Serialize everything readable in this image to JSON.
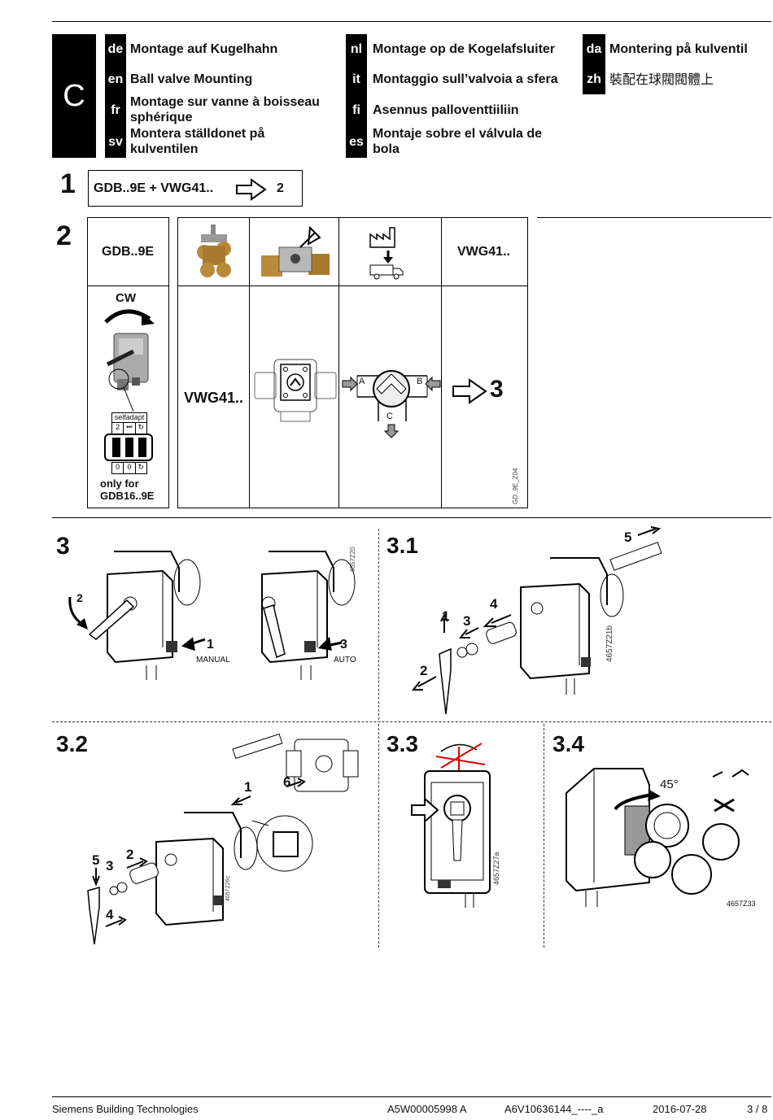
{
  "section": {
    "letter": "C",
    "languages": [
      {
        "code": "de",
        "text": "Montage auf Kugelhahn"
      },
      {
        "code": "en",
        "text": "Ball valve Mounting"
      },
      {
        "code": "fr",
        "text": "Montage sur vanne à boisseau sphérique"
      },
      {
        "code": "sv",
        "text": "Montera ställdonet på kulventilen"
      },
      {
        "code": "nl",
        "text": "Montage op de Kogelafsluiter"
      },
      {
        "code": "it",
        "text": "Montaggio sull’valvoia a sfera"
      },
      {
        "code": "fi",
        "text": "Asennus palloventtiiliin"
      },
      {
        "code": "es",
        "text": "Montaje sobre el válvula de bola"
      },
      {
        "code": "da",
        "text": "Montering på kulventil"
      },
      {
        "code": "zh",
        "text": "裝配在球閥閥體上"
      }
    ]
  },
  "step1": {
    "number": "1",
    "text": "GDB..9E + VWG41..",
    "goto": "2"
  },
  "step2": {
    "number": "2",
    "actuator_header": "GDB..9E",
    "valve_header": "VWG41..",
    "cw_label": "CW",
    "switch_title": "selfadapt",
    "switch_top_labels": [
      "2",
      "⏭",
      "↻"
    ],
    "switch_bottom_labels": [
      "0",
      "0",
      "↻"
    ],
    "only_for_line1": "only for",
    "only_for_line2": "GDB16..9E",
    "valve_label": "VWG41..",
    "port_a": "A",
    "port_b": "B",
    "port_c": "C",
    "goto": "3",
    "figure_code": "GD..9E_Z04"
  },
  "step3": {
    "number": "3",
    "callout_2": "2",
    "callout_1": "1",
    "manual_label": "MANUAL",
    "callout_3": "3",
    "auto_label": "AUTO",
    "figure_code": "4657Z20"
  },
  "step3_1": {
    "number": "3.1",
    "callouts": [
      "1",
      "2",
      "3",
      "4",
      "5"
    ],
    "figure_code": "4657Z21b"
  },
  "step3_2": {
    "number": "3.2",
    "callouts": [
      "1",
      "2",
      "3",
      "4",
      "5",
      "6"
    ],
    "figure_code": "4657Z26c"
  },
  "step3_3": {
    "number": "3.3",
    "figure_code": "4657Z27a"
  },
  "step3_4": {
    "number": "3.4",
    "angle_label": "45°",
    "figure_code": "4657Z33"
  },
  "footer": {
    "company": "Siemens Building Technologies",
    "doc_id": "A5W00005998 A",
    "doc_number": "A6V10636144_----_a",
    "date": "2016-07-28",
    "page": "3 / 8"
  }
}
